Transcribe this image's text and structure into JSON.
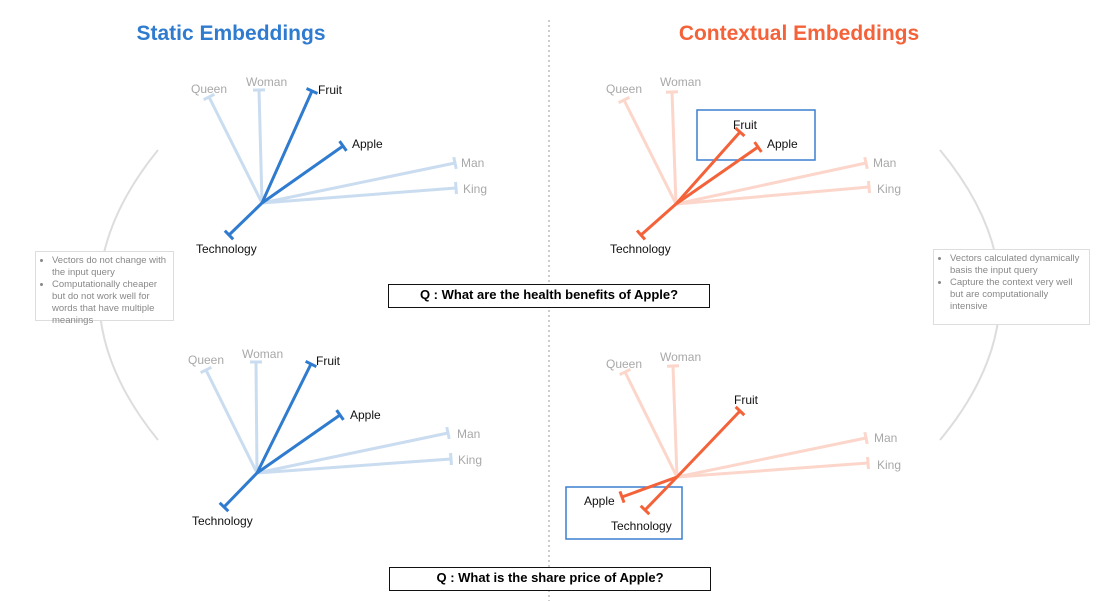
{
  "titles": {
    "static": "Static Embeddings",
    "contextual": "Contextual Embeddings"
  },
  "words": {
    "queen": "Queen",
    "woman": "Woman",
    "fruit": "Fruit",
    "apple": "Apple",
    "man": "Man",
    "king": "King",
    "technology": "Technology"
  },
  "notes": {
    "static": [
      "Vectors do not change with the input query",
      "Computationally cheaper but do not work well for words that have multiple meanings"
    ],
    "contextual": [
      "Vectors calculated dynamically basis the input query",
      "Capture the context very well but are computationally intensive"
    ]
  },
  "questions": {
    "q1": "Q : What are the health benefits of Apple?",
    "q2": "Q : What is the share price of Apple?"
  },
  "colors": {
    "static_dark": "#2f7bcf",
    "static_light": "#cadcf0",
    "contextual_dark": "#f4623a",
    "contextual_light": "#fcd6ca",
    "box": "#3b7fd0"
  }
}
